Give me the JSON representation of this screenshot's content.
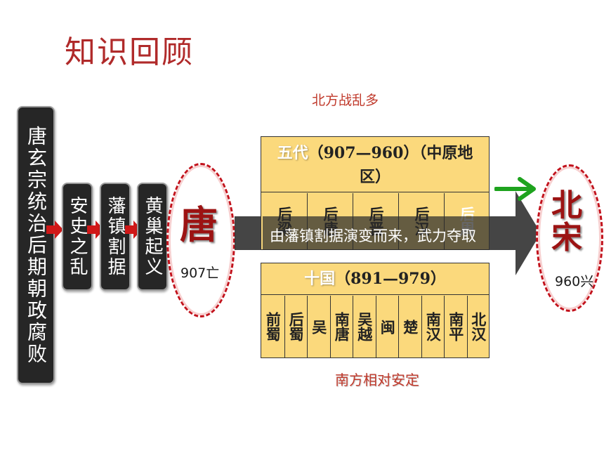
{
  "title": "知识回顾",
  "chain": [
    {
      "text": "唐玄宗统治后期朝政腐败"
    },
    {
      "text": "安史之乱"
    },
    {
      "text": "藩镇割据"
    },
    {
      "text": "黄巢起义"
    }
  ],
  "tang": {
    "char": "唐",
    "note": "907亡"
  },
  "song": {
    "char": "北宋",
    "note": "960兴"
  },
  "north_label": "北方战乱多",
  "south_label": "南方相对安定",
  "five_dynasties": {
    "era": "五代",
    "years": "（907—960）（中原地区）",
    "cells": [
      "后梁",
      "后唐",
      "后晋",
      "后汉",
      "后周"
    ]
  },
  "ten_kingdoms": {
    "era": "十国",
    "years": "（891—979）",
    "cells": [
      "前蜀",
      "后蜀",
      "吴",
      "南唐",
      "吴越",
      "闽",
      "楚",
      "南汉",
      "南平",
      "北汉"
    ]
  },
  "arrow_text": "由藩镇割据演变而来，武力夺取",
  "colors": {
    "accent": "#b02a2a",
    "panel": "#fbd97c",
    "box": "#262626",
    "green": "#1ea31e"
  }
}
